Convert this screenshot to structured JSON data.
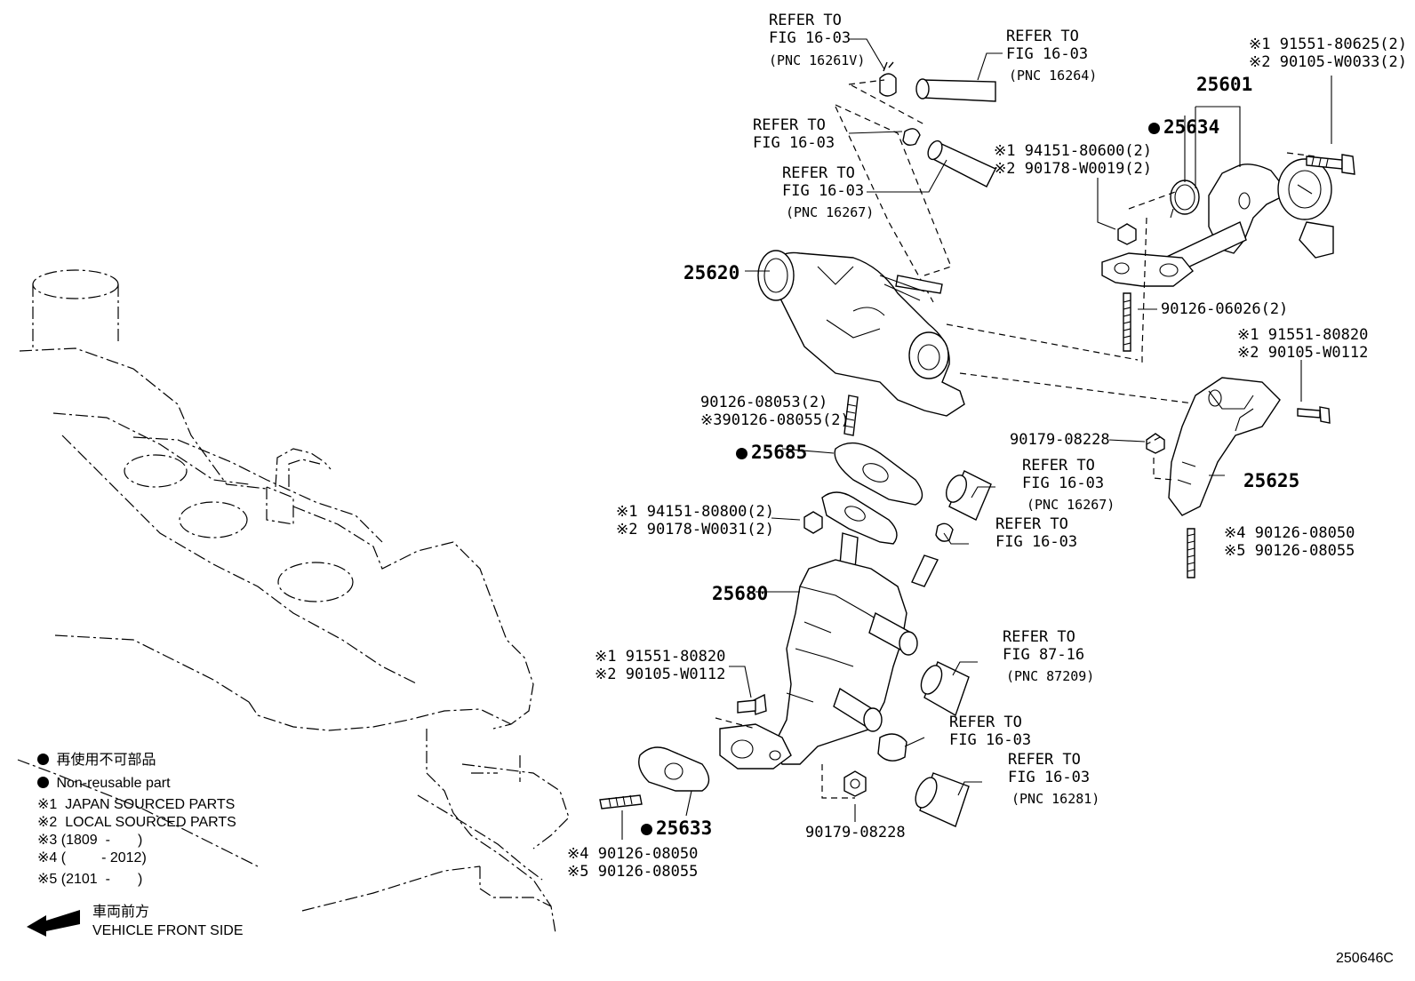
{
  "part_numbers": {
    "p25601": "25601",
    "p25634": "25634",
    "p25620": "25620",
    "p25685": "25685",
    "p25625": "25625",
    "p25680": "25680",
    "p25633": "25633"
  },
  "callouts": {
    "c1_line1": "REFER TO",
    "c1_line2": "FIG 16-03",
    "c1_pnc": "(PNC 16261V)",
    "c2_line1": "REFER TO",
    "c2_line2": "FIG 16-03",
    "c2_pnc": "(PNC 16264)",
    "c3_line1": "REFER TO",
    "c3_line2": "FIG 16-03",
    "c4_line1": "REFER TO",
    "c4_line2": "FIG 16-03",
    "c4_pnc": "(PNC 16267)",
    "c5_line1": "REFER TO",
    "c5_line2": "FIG 16-03",
    "c5_pnc": "(PNC 16267)",
    "c6_line1": "REFER TO",
    "c6_line2": "FIG 16-03",
    "c7_line1": "REFER TO",
    "c7_line2": "FIG 87-16",
    "c7_pnc": "(PNC 87209)",
    "c8_line1": "REFER TO",
    "c8_line2": "FIG 16-03",
    "c9_line1": "REFER TO",
    "c9_line2": "FIG 16-03",
    "c9_pnc": "(PNC 16281)"
  },
  "hardware": {
    "h1_line1": "※1 91551-80625(2)",
    "h1_line2": "※2 90105-W0033(2)",
    "h2_line1": "※1 94151-80600(2)",
    "h2_line2": "※2 90178-W0019(2)",
    "h3": "90126-06026(2)",
    "h4_line1": "※1 91551-80820",
    "h4_line2": "※2 90105-W0112",
    "h5_line1": "90126-08053(2)",
    "h5_line2": "※390126-08055(2)",
    "h6": "90179-08228",
    "h7_line1": "※1 94151-80800(2)",
    "h7_line2": "※2 90178-W0031(2)",
    "h8_line1": "※4 90126-08050",
    "h8_line2": "※5 90126-08055",
    "h9_line1": "※1 91551-80820",
    "h9_line2": "※2 90105-W0112",
    "h10": "90179-08228",
    "h11_line1": "※4 90126-08050",
    "h11_line2": "※5 90126-08055"
  },
  "legend": {
    "nonreusable_jp": "再使用不可部品",
    "nonreusable_en": "Non-reusable part",
    "note1": "※1  JAPAN SOURCED PARTS",
    "note2": "※2  LOCAL SOURCED PARTS",
    "note3": "※3 (1809  -       )",
    "note4": "※4 (         - 2012)",
    "note5": "※5 (2101  -       )",
    "front_jp": "車両前方",
    "front_en": "VEHICLE FRONT SIDE"
  },
  "figure_id": "250646C"
}
